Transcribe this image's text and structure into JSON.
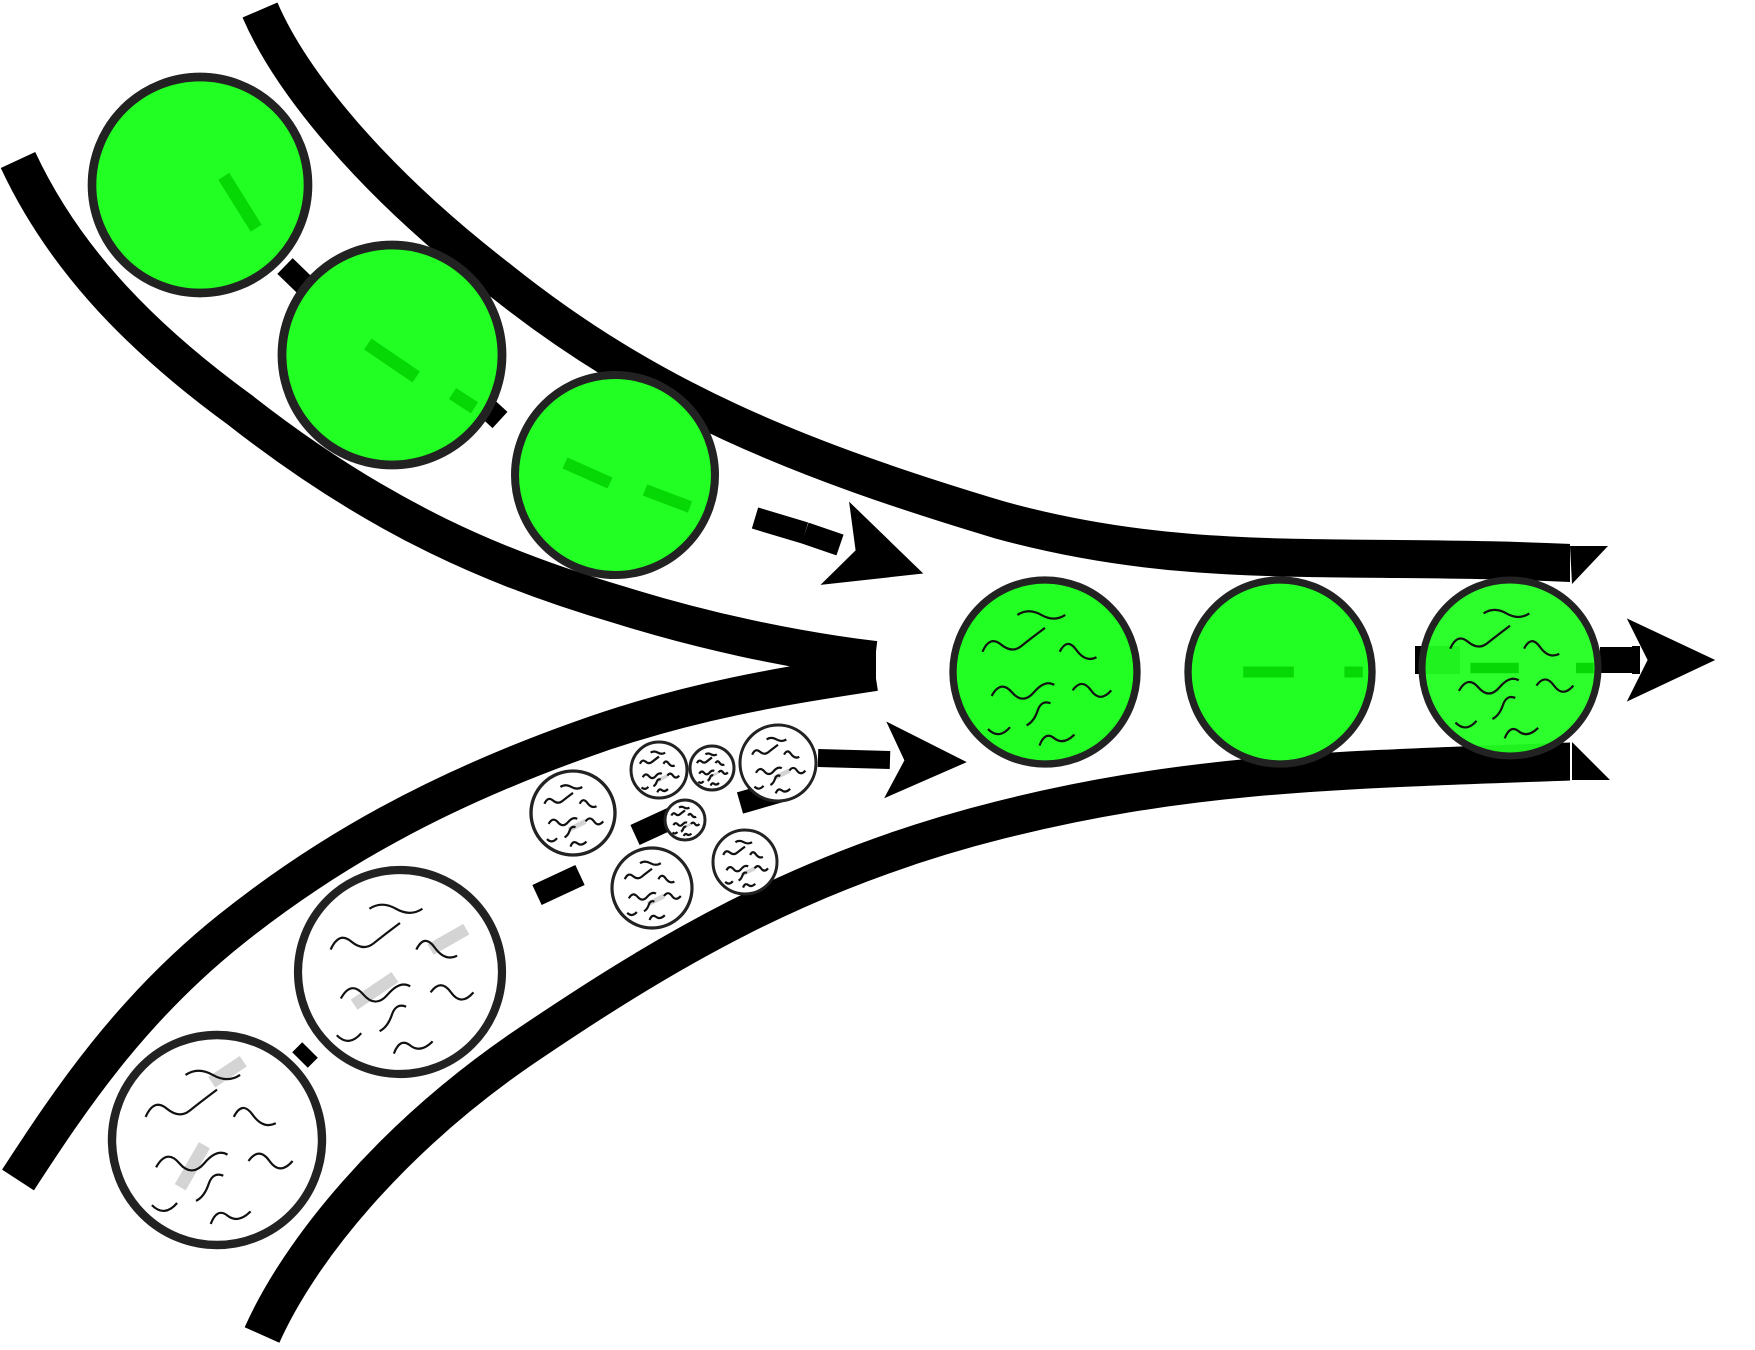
{
  "diagram": {
    "description_text": "",
    "colors": {
      "background": "#ffffff",
      "channel_wall": "#000000",
      "cell_outline": "#222222",
      "green_fill": "#22ff22",
      "green_dark": "#06d806",
      "white_fill": "#ffffff",
      "gray_bar": "#d4d4d4",
      "squiggle": "#111111"
    },
    "groups": {
      "upper_inlet": {
        "kind": "green-cells",
        "count": 3
      },
      "lower_inlet": {
        "kind": "white-cells-with-squiggles",
        "large_count": 2,
        "small_count": 7
      },
      "merged_outlet": {
        "kind": "mixed-cells",
        "count": 3
      }
    },
    "icons": [
      "flow-arrow-icon",
      "channel-wall-icon"
    ]
  }
}
